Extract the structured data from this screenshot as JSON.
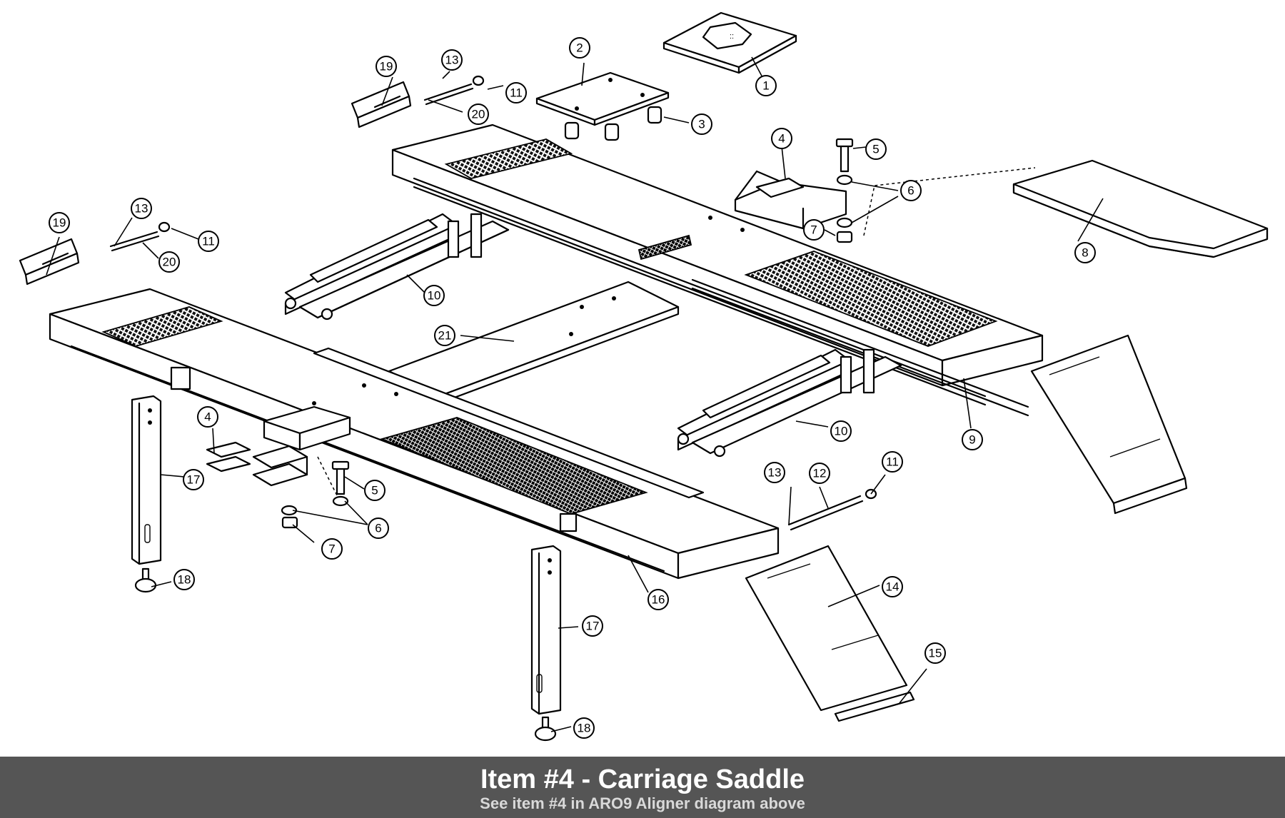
{
  "caption": {
    "title": "Item #4 - Carriage Saddle",
    "subtitle": "See item #4 in ARO9 Aligner diagram above"
  },
  "callouts": [
    "1",
    "2",
    "3",
    "4",
    "5",
    "6",
    "7",
    "8",
    "9",
    "10",
    "11",
    "12",
    "13",
    "14",
    "15",
    "16",
    "17",
    "18",
    "19",
    "20",
    "21"
  ],
  "colors": {
    "caption_bar": "#555555",
    "line": "#000000",
    "background": "#ffffff"
  }
}
